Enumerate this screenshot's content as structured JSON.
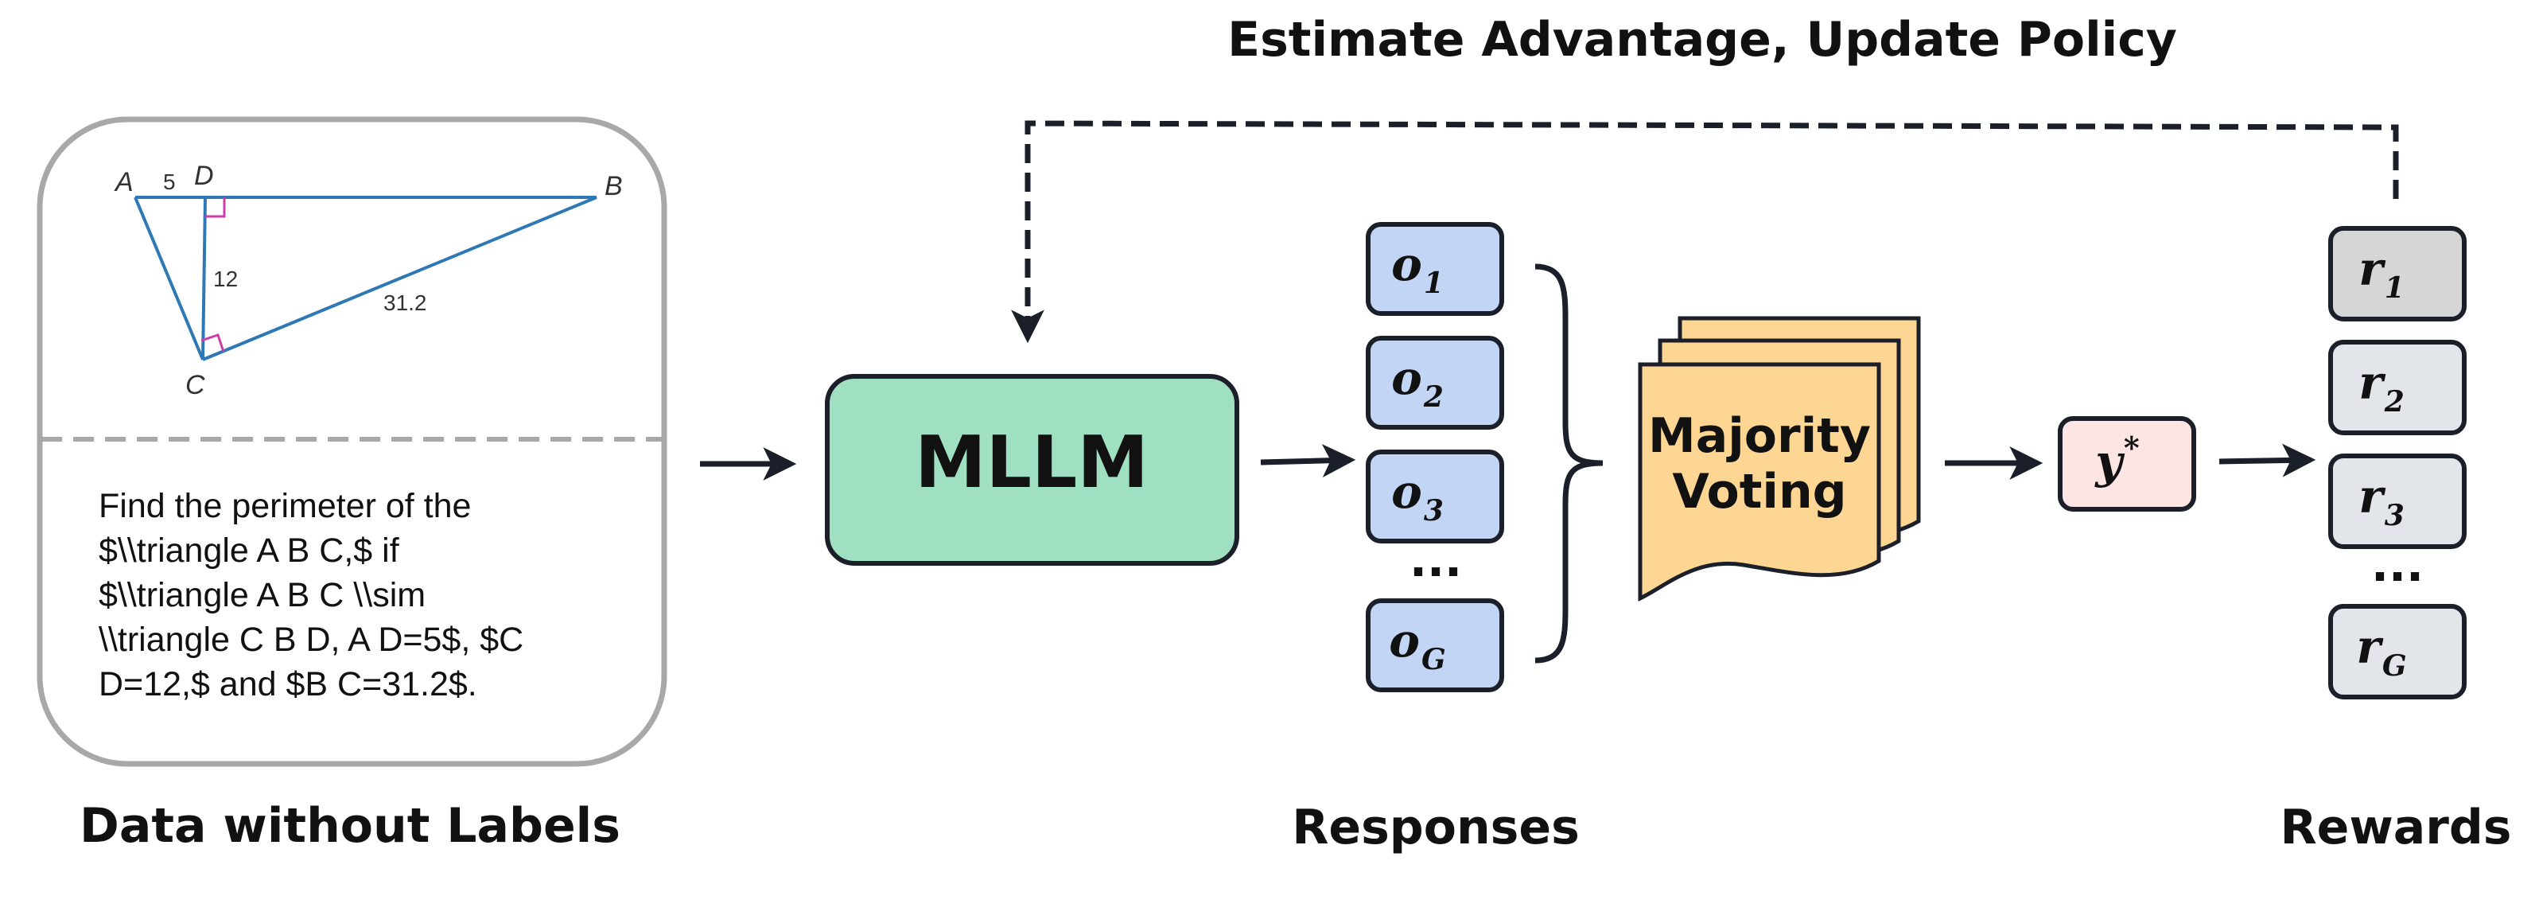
{
  "title": "Estimate Advantage, Update Policy",
  "input_panel": {
    "figure": {
      "vertices": {
        "a": "A",
        "b": "B",
        "c": "C",
        "d": "D"
      },
      "labels": {
        "ad": "5",
        "cd": "12",
        "bc": "31.2"
      }
    },
    "problem_lines": [
      "Find the perimeter of the",
      "$\\\\triangle A B C,$ if",
      "$\\\\triangle A B C \\\\sim",
      "\\\\triangle C B D, A D=5$, $C",
      "D=12,$ and $B C=31.2$."
    ],
    "caption": "Data without Labels"
  },
  "model": {
    "label": "MLLM"
  },
  "responses": {
    "items": [
      {
        "base": "o",
        "sub": "1"
      },
      {
        "base": "o",
        "sub": "2"
      },
      {
        "base": "o",
        "sub": "3"
      },
      {
        "base": "o",
        "sub": "G"
      }
    ],
    "ellipsis": "...",
    "caption": "Responses"
  },
  "voting": {
    "line1": "Majority",
    "line2": "Voting"
  },
  "consensus": {
    "base": "y",
    "sup": "*"
  },
  "rewards": {
    "items": [
      {
        "base": "r",
        "sub": "1"
      },
      {
        "base": "r",
        "sub": "2"
      },
      {
        "base": "r",
        "sub": "3"
      },
      {
        "base": "r",
        "sub": "G"
      }
    ],
    "ellipsis": "...",
    "caption": "Rewards"
  },
  "colors": {
    "model_fill": "#9fe0c2",
    "response_fill": "#c2d5f4",
    "voting_fill": "#fdd693",
    "consensus_fill": "#fce5e3",
    "reward_fill": "#e2e6ea",
    "reward_highlight_fill": "#d6d6d6",
    "stroke": "#1b1f2a",
    "panel_border": "#a8a8a8",
    "triangle_line": "#2e78b5",
    "right_angle": "#cc3fa8"
  }
}
